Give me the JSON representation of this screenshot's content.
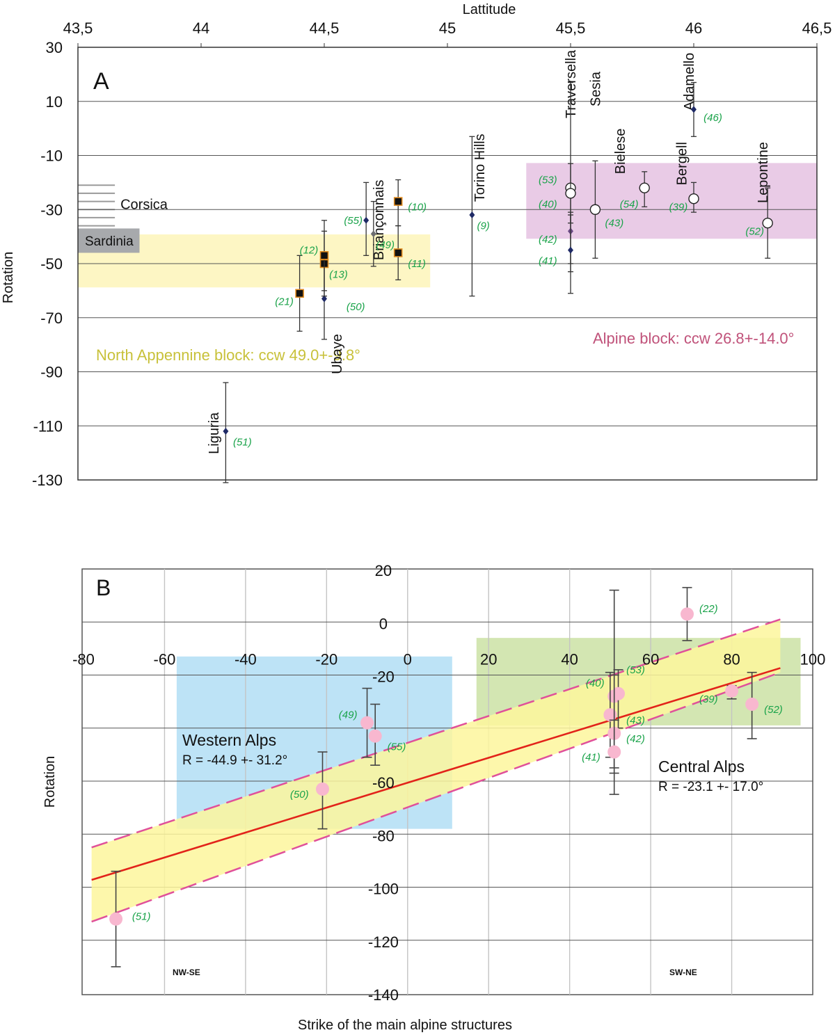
{
  "chart_data": [
    {
      "type": "scatter",
      "panel_letter": "A",
      "xlabel": "Lattitude",
      "ylabel": "Rotation",
      "xlim": [
        43.5,
        46.5
      ],
      "ylim": [
        -130,
        30
      ],
      "x_ticks": [
        "43,5",
        "44",
        "44,5",
        "45",
        "45,5",
        "46",
        "46,5"
      ],
      "y_ticks": [
        "30",
        "10",
        "-10",
        "-30",
        "-50",
        "-70",
        "-90",
        "-110",
        "-130"
      ],
      "grid": "horizontal",
      "bands": [
        {
          "label": "North Appennine block: ccw 49.0+-9.8°",
          "x": [
            43.5,
            44.93
          ],
          "y": [
            -58.8,
            -39.2
          ],
          "color": "#fdf6c4",
          "label_color": "#c8c13a"
        },
        {
          "label": "Alpine block: ccw 26.8+-14.0°",
          "x": [
            45.32,
            46.5
          ],
          "y": [
            -40.8,
            -12.8
          ],
          "color": "#e9cbe6",
          "label_color": "#c0527a"
        }
      ],
      "sardinia": {
        "label": "Sardinia",
        "x": [
          43.5,
          43.75
        ],
        "y": [
          -46,
          -37
        ],
        "color": "#a7a9ac"
      },
      "corsica": {
        "label": "Corsica",
        "x": [
          43.5,
          43.65
        ],
        "y": [
          -36,
          -21
        ],
        "color": "#9a9a9a"
      },
      "site_labels": [
        {
          "text": "Brianconnais",
          "display": "Briançonnais",
          "x": 44.74,
          "y": -19
        },
        {
          "text": "Torino Hills",
          "display": "Torino Hills",
          "x": 45.15,
          "y": -2
        },
        {
          "text": "Traversella",
          "display": "Traversella",
          "x": 45.52,
          "y": 29
        },
        {
          "text": "Sesia",
          "display": "Sesia",
          "x": 45.62,
          "y": 21
        },
        {
          "text": "Bielese",
          "display": "Bielese",
          "x": 45.72,
          "y": 0
        },
        {
          "text": "Adamello",
          "display": "Adamello",
          "x": 46.0,
          "y": 28
        },
        {
          "text": "Bergell",
          "display": "Bergell",
          "x": 45.97,
          "y": -5
        },
        {
          "text": "Lepontine",
          "display": "Lepontine",
          "x": 46.3,
          "y": -5
        },
        {
          "text": "Ubaye",
          "display": "Ubaye",
          "x": 44.57,
          "y": -76
        },
        {
          "text": "Liguria",
          "display": "Liguria",
          "x": 44.07,
          "y": -105
        }
      ],
      "points": [
        {
          "id": "(51)",
          "x": 44.1,
          "y": -112,
          "err": [
            -131,
            -94
          ],
          "marker": "diamond",
          "lx": 44.13,
          "ly": -116
        },
        {
          "id": "(21)",
          "x": 44.4,
          "y": -61,
          "err": [
            -75,
            -47
          ],
          "marker": "square",
          "lx": 44.3,
          "ly": -64
        },
        {
          "id": "(50)",
          "x": 44.5,
          "y": -63,
          "err": [
            -78,
            -49
          ],
          "marker": "diamond",
          "lx": 44.59,
          "ly": -66
        },
        {
          "id": "(13)",
          "x": 44.5,
          "y": -50,
          "err": [
            -62,
            -38
          ],
          "marker": "square",
          "lx": 44.52,
          "ly": -54
        },
        {
          "id": "(12)",
          "x": 44.5,
          "y": -47,
          "err": [
            -60,
            -34
          ],
          "marker": "square",
          "lx": 44.4,
          "ly": -45
        },
        {
          "id": "(55)",
          "x": 44.67,
          "y": -34,
          "err": [
            -47,
            -20
          ],
          "marker": "diamond",
          "lx": 44.58,
          "ly": -34
        },
        {
          "id": "(49)",
          "x": 44.7,
          "y": -39,
          "err": [
            -51,
            -27
          ],
          "marker": "diamond_gray",
          "lx": 44.71,
          "ly": -43
        },
        {
          "id": "(10)",
          "x": 44.8,
          "y": -27,
          "err": [
            -36,
            -19
          ],
          "marker": "square",
          "lx": 44.84,
          "ly": -29
        },
        {
          "id": "(11)",
          "x": 44.8,
          "y": -46,
          "err": [
            -56,
            -36
          ],
          "marker": "square",
          "lx": 44.84,
          "ly": -50
        },
        {
          "id": "(9)",
          "x": 45.1,
          "y": -32,
          "err": [
            -62,
            -3
          ],
          "marker": "diamond",
          "lx": 45.12,
          "ly": -36
        },
        {
          "id": "(53)",
          "x": 45.5,
          "y": -22,
          "err": [
            -35,
            -13
          ],
          "marker": "circle",
          "lx": 45.37,
          "ly": -19
        },
        {
          "id": "(40)",
          "x": 45.5,
          "y": -24,
          "err": [
            -53,
            17
          ],
          "marker": "circle",
          "lx": 45.37,
          "ly": -28
        },
        {
          "id": "(42)",
          "x": 45.5,
          "y": -38,
          "err": [
            -50,
            -31
          ],
          "marker": "diamond_purple",
          "lx": 45.37,
          "ly": -41
        },
        {
          "id": "(41)",
          "x": 45.5,
          "y": -45,
          "err": [
            -61,
            -32
          ],
          "marker": "diamond",
          "lx": 45.37,
          "ly": -49
        },
        {
          "id": "(43)",
          "x": 45.6,
          "y": -30,
          "err": [
            -48,
            -12
          ],
          "marker": "circle",
          "lx": 45.64,
          "ly": -35
        },
        {
          "id": "(54)",
          "x": 45.8,
          "y": -22,
          "err": [
            -29,
            -16
          ],
          "marker": "circle",
          "lx": 45.7,
          "ly": -28
        },
        {
          "id": "(39)",
          "x": 46.0,
          "y": -26,
          "err": [
            -31,
            -20
          ],
          "marker": "circle",
          "lx": 45.9,
          "ly": -29
        },
        {
          "id": "(46)",
          "x": 46.0,
          "y": 7,
          "err": [
            -3,
            17
          ],
          "marker": "diamond",
          "lx": 46.04,
          "ly": 4
        },
        {
          "id": "(52)",
          "x": 46.3,
          "y": -35,
          "err": [
            -48,
            -22
          ],
          "marker": "circle",
          "lx": 46.21,
          "ly": -38
        }
      ]
    },
    {
      "type": "scatter",
      "panel_letter": "B",
      "xlabel": "Strike of the main alpine structures",
      "ylabel": "Rotation",
      "xlim": [
        -80,
        100
      ],
      "ylim": [
        -140,
        20
      ],
      "x_ticks": [
        "-80",
        "-60",
        "-40",
        "-20",
        "0",
        "20",
        "40",
        "60",
        "80",
        "100"
      ],
      "y_ticks": [
        "20",
        "0",
        "-20",
        "-40",
        "-60",
        "-80",
        "-100",
        "-120",
        "-140"
      ],
      "y_ticks_shown": [
        "20",
        "0",
        "-20",
        "-60",
        "-80",
        "-100",
        "-120",
        "-140"
      ],
      "grid": "both",
      "regression": {
        "slope": 0.47,
        "intercept": -60.6,
        "x_range": [
          -78,
          92
        ],
        "color": "#e2231a"
      },
      "confidence_band": {
        "upper": [
          [
            -78,
            -85
          ],
          [
            92,
            1
          ]
        ],
        "lower": [
          [
            -78,
            -113
          ],
          [
            92,
            -19
          ]
        ],
        "color": "#fdf69c",
        "edge": "#e0509a"
      },
      "regions": [
        {
          "name": "Western Alps",
          "stat": "R = -44.9 +- 31.2°",
          "x": [
            -57,
            11
          ],
          "y": [
            -78,
            -13
          ],
          "color": "#bde3f6"
        },
        {
          "name": "Central Alps",
          "stat": "R = -23.1 +- 17.0°",
          "x": [
            17,
            97
          ],
          "y": [
            -39,
            -6
          ],
          "color": "#d3e6b2"
        }
      ],
      "corner_labels": [
        "NW-SE",
        "SW-NE"
      ],
      "points": [
        {
          "id": "(51)",
          "x": -72,
          "y": -112,
          "err": [
            -130,
            -94
          ],
          "lx": -68,
          "ly": -111
        },
        {
          "id": "(50)",
          "x": -21,
          "y": -63,
          "err": [
            -78,
            -49
          ],
          "lx": -29,
          "ly": -65
        },
        {
          "id": "(49)",
          "x": -10,
          "y": -38,
          "err": [
            -51,
            -25
          ],
          "lx": -17,
          "ly": -35
        },
        {
          "id": "(55)",
          "x": -8,
          "y": -43,
          "err": [
            -54,
            -31
          ],
          "lx": -5,
          "ly": -47
        },
        {
          "id": "(40)",
          "x": 51,
          "y": -28,
          "err": [
            -65,
            12
          ],
          "lx": 44,
          "ly": -23
        },
        {
          "id": "(53)",
          "x": 52,
          "y": -27,
          "err": [
            -40,
            -18
          ],
          "lx": 54,
          "ly": -18
        },
        {
          "id": "(43)",
          "x": 50,
          "y": -35,
          "err": [
            -51,
            -19
          ],
          "lx": 54,
          "ly": -37
        },
        {
          "id": "(42)",
          "x": 51,
          "y": -42,
          "err": [
            -55,
            -20
          ],
          "lx": 54,
          "ly": -44
        },
        {
          "id": "(41)",
          "x": 51,
          "y": -49,
          "err": [
            -57,
            -37
          ],
          "lx": 43,
          "ly": -51
        },
        {
          "id": "(22)",
          "x": 69,
          "y": 3,
          "err": [
            -7,
            13
          ],
          "lx": 72,
          "ly": 5
        },
        {
          "id": "(39)",
          "x": 80,
          "y": -26,
          "err": [
            -29,
            -24
          ],
          "lx": 72,
          "ly": -29
        },
        {
          "id": "(52)",
          "x": 85,
          "y": -31,
          "err": [
            -44,
            -19
          ],
          "lx": 88,
          "ly": -33
        }
      ]
    }
  ]
}
